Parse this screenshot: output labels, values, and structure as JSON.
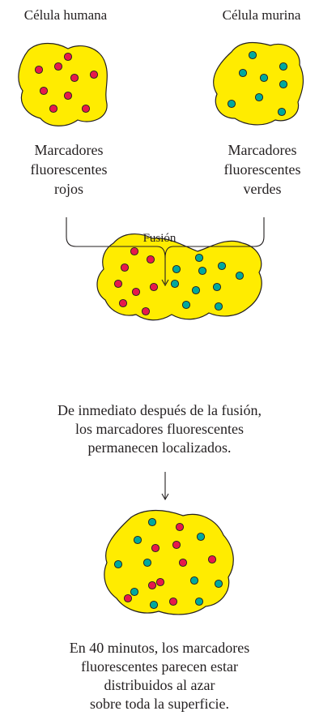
{
  "cells": {
    "human": {
      "title": "Célula humana",
      "marker_lines": [
        "Marcadores",
        "fluorescentes",
        "rojos"
      ]
    },
    "mouse": {
      "title": "Célula murina",
      "marker_lines": [
        "Marcadores",
        "fluorescentes",
        "verdes"
      ]
    }
  },
  "fusion_label": "Fusión",
  "after_fusion_lines": [
    "De inmediato después de la fusión,",
    "los marcadores fluorescentes",
    "permanecen localizados."
  ],
  "after_40min_lines": [
    "En 40 minutos, los marcadores",
    "fluorescentes parecen estar",
    "distribuidos al azar",
    "sobre toda la superficie."
  ],
  "colors": {
    "cell_fill": "#ffec00",
    "outline": "#231f20",
    "red_marker": "#e6194b",
    "green_marker": "#00a99d"
  }
}
